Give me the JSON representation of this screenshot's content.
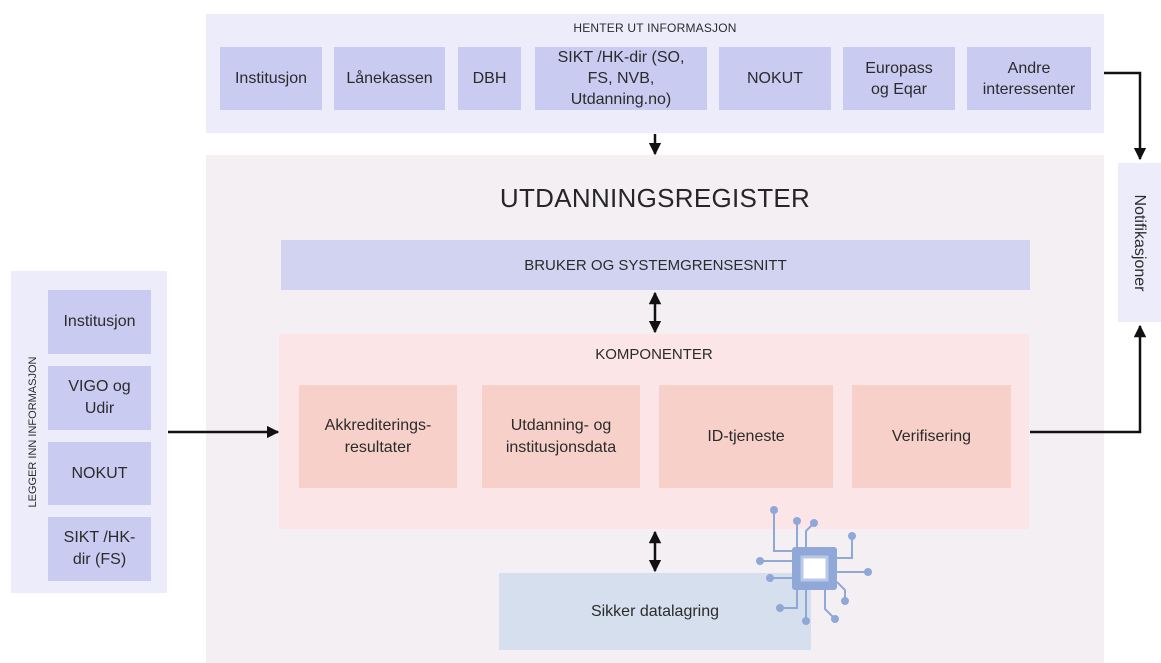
{
  "top": {
    "heading": "HENTER UT INFORMASJON",
    "sources": [
      "Institusjon",
      "Lånekassen",
      "DBH",
      "SIKT /HK-dir (SO, FS, NVB, Utdanning.no)",
      "NOKUT",
      "Europass og Eqar",
      "Andre interessenter"
    ]
  },
  "left": {
    "heading": "LEGGER INN INFORMASJON",
    "inputs": [
      "Institusjon",
      "VIGO og Udir",
      "NOKUT",
      "SIKT /HK-dir (FS)"
    ]
  },
  "main": {
    "title": "UTDANNINGSREGISTER",
    "interface": "BRUKER OG SYSTEMGRENSESNITT",
    "components_heading": "KOMPONENTER",
    "components": [
      "Akkrediterings-resultater",
      "Utdanning- og institusjonsdata",
      "ID-tjeneste",
      "Verifisering"
    ],
    "storage": "Sikker datalagring"
  },
  "notifications": "Notifikasjoner",
  "colors": {
    "panel_light": "#ececfb",
    "box_purple": "#c9cbf1",
    "main_background": "#f4eff3",
    "components_background": "#fbe5e6",
    "component_box": "#f7d1c9",
    "storage_box": "#d6dfee",
    "chip_icon": "#8fa8d8",
    "arrow": "#111111"
  },
  "icons": {
    "storage": "chip-icon"
  }
}
